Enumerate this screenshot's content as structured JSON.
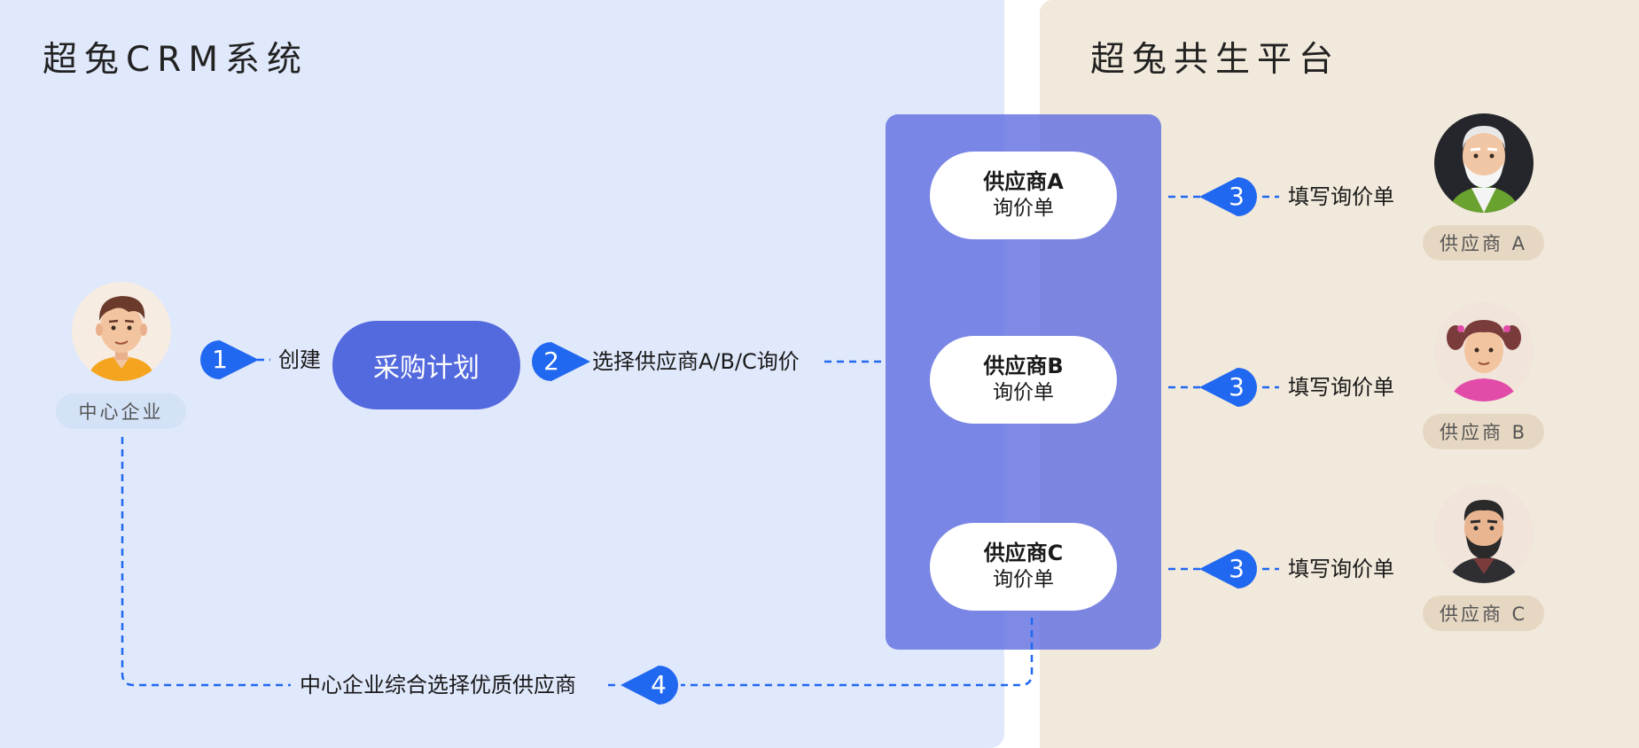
{
  "left_panel": {
    "title": "超兔CRM系统"
  },
  "right_panel": {
    "title": "超兔共生平台"
  },
  "center_enterprise": {
    "label": "中心企业"
  },
  "steps": [
    {
      "number": "1",
      "label": "创建"
    },
    {
      "number": "2",
      "label": "选择供应商A/B/C询价"
    },
    {
      "number": "3",
      "label": "填写询价单"
    },
    {
      "number": "4",
      "label": "中心企业综合选择优质供应商"
    }
  ],
  "purchase_plan": "采购计划",
  "inquiry_forms": [
    {
      "supplier": "供应商A",
      "form": "询价单"
    },
    {
      "supplier": "供应商B",
      "form": "询价单"
    },
    {
      "supplier": "供应商C",
      "form": "询价单"
    }
  ],
  "suppliers": [
    {
      "label": "供应商 A"
    },
    {
      "label": "供应商 B"
    },
    {
      "label": "供应商 C"
    }
  ],
  "colors": {
    "left_bg": "#e0e8fb",
    "right_bg": "#f1e9db",
    "accent_blue": "#2168f0",
    "plan_blue": "#5369de",
    "supplier_box": "#6270e0"
  }
}
